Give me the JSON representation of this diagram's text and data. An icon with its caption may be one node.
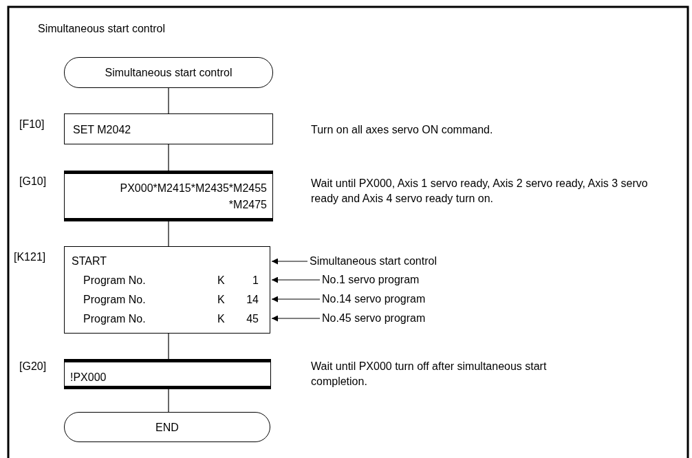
{
  "diagram": {
    "title": "Simultaneous start control",
    "nodes": [
      {
        "text": [
          "Simultaneous start control"
        ]
      },
      {
        "text": [
          "SET M2042"
        ],
        "beside": [
          "[F10]",
          "Turn on all axes servo ON command."
        ]
      },
      {
        "text": [
          "PX000*M2415*M2435*M2455 *M2475"
        ],
        "beside": [
          "[G10]",
          "Wait until PX000, Axis 1 servo ready, Axis 2 servo ready, Axis 3 servo ready and Axis 4 servo ready turn on."
        ]
      },
      {
        "text": [
          "START",
          "Program No.",
          "K",
          "1",
          "Program No.",
          "K",
          "14",
          "Program No.",
          "K",
          "45"
        ],
        "beside": [
          "[K121]"
        ]
      },
      {
        "text": [
          "Simultaneous start control"
        ]
      },
      {
        "text": [
          "No.1 servo program"
        ]
      },
      {
        "text": [
          "No.14 servo program"
        ]
      },
      {
        "text": [
          "No.45 servo program"
        ]
      },
      {
        "text": [
          "!PX000"
        ],
        "beside": [
          "[G20]",
          "Wait until PX000 turn off after simultaneous start completion."
        ]
      },
      {
        "text": [
          "END"
        ]
      }
    ],
    "edges": [
      {
        "from": 0,
        "to": 1,
        "arrow": "none"
      },
      {
        "from": 1,
        "to": 2,
        "arrow": "none"
      },
      {
        "from": 2,
        "to": 3,
        "arrow": "none"
      },
      {
        "from": 4,
        "to": 3,
        "arrow": "to"
      },
      {
        "from": 5,
        "to": 3,
        "arrow": "to"
      },
      {
        "from": 6,
        "to": 3,
        "arrow": "to"
      },
      {
        "from": 7,
        "to": 3,
        "arrow": "to"
      },
      {
        "from": 3,
        "to": 8,
        "arrow": "none"
      },
      {
        "from": 8,
        "to": 9,
        "arrow": "none"
      }
    ]
  }
}
